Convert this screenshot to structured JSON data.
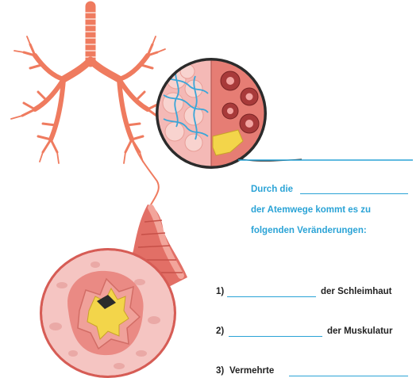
{
  "colors": {
    "accent": "#2aa3d6",
    "airway": "#ef7b5f",
    "tissue": "#f4b9b6",
    "mucus": "#f3d54a"
  },
  "prompt": {
    "line1": "Durch die",
    "line2": "der Atemwege kommt es zu",
    "line3": "folgenden Veränderungen:"
  },
  "items": [
    {
      "number": "1)",
      "before": "",
      "after": "der Schleimhaut"
    },
    {
      "number": "2)",
      "before": "",
      "after": "der Muskulatur"
    },
    {
      "number": "3)",
      "before": "Vermehrte",
      "after": ""
    }
  ]
}
